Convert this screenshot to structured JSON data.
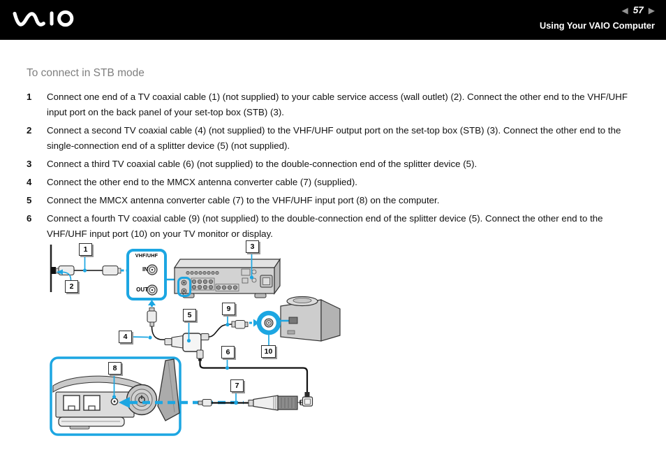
{
  "accent_color": "#1CA6E2",
  "header": {
    "logo_text": "VAIO",
    "prev_icon": "◀",
    "page_number": "57",
    "next_icon": "▶",
    "section_title": "Using Your VAIO Computer"
  },
  "content": {
    "heading": "To connect in STB mode",
    "steps": [
      {
        "num": "1",
        "text": "Connect one end of a TV coaxial cable (1) (not supplied) to your cable service access (wall outlet) (2). Connect the other end to the VHF/UHF input port on the back panel of your set-top box (STB) (3)."
      },
      {
        "num": "2",
        "text": "Connect a second TV coaxial cable (4) (not supplied) to the VHF/UHF output port on the set-top box (STB) (3). Connect the other end to the single-connection end of a splitter device (5) (not supplied)."
      },
      {
        "num": "3",
        "text": "Connect a third TV coaxial cable (6) (not supplied) to the double-connection end of the splitter device (5)."
      },
      {
        "num": "4",
        "text": "Connect the other end to the MMCX antenna converter cable (7) (supplied)."
      },
      {
        "num": "5",
        "text": "Connect the MMCX antenna converter cable (7) to the VHF/UHF input port (8) on the computer."
      },
      {
        "num": "6",
        "text": "Connect a fourth TV coaxial cable (9) (not supplied) to the double-connection end of the splitter device (5). Connect the other end to the VHF/UHF input port (10) on your TV monitor or display."
      }
    ]
  },
  "diagram": {
    "callouts": [
      "1",
      "2",
      "3",
      "4",
      "5",
      "6",
      "7",
      "8",
      "9",
      "10"
    ],
    "vhf_uhf_label": "VHF/UHF",
    "in_label": "IN",
    "out_label": "OUT",
    "plus_sign": "+"
  }
}
